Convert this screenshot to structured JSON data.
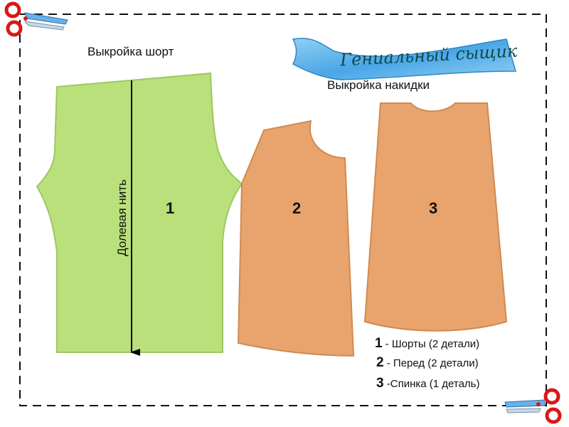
{
  "banner": {
    "title": "Гениальный сыщик"
  },
  "shorts": {
    "title": "Выкройка шорт",
    "grain_label": "Долевая нить",
    "piece_number": "1"
  },
  "cape": {
    "title": "Выкройка накидки",
    "front_number": "2",
    "back_number": "3"
  },
  "legend": [
    {
      "num": "1",
      "text": " - Шорты (2 детали)"
    },
    {
      "num": "2",
      "text": " - Перед (2 детали)"
    },
    {
      "num": "3",
      "text": " -Спинка (1 деталь)"
    }
  ],
  "colors": {
    "shorts": "#b9e07a",
    "cape": "#e8a46c",
    "banner": "#5ab0e8",
    "banner_text": "#0e4a4a"
  }
}
